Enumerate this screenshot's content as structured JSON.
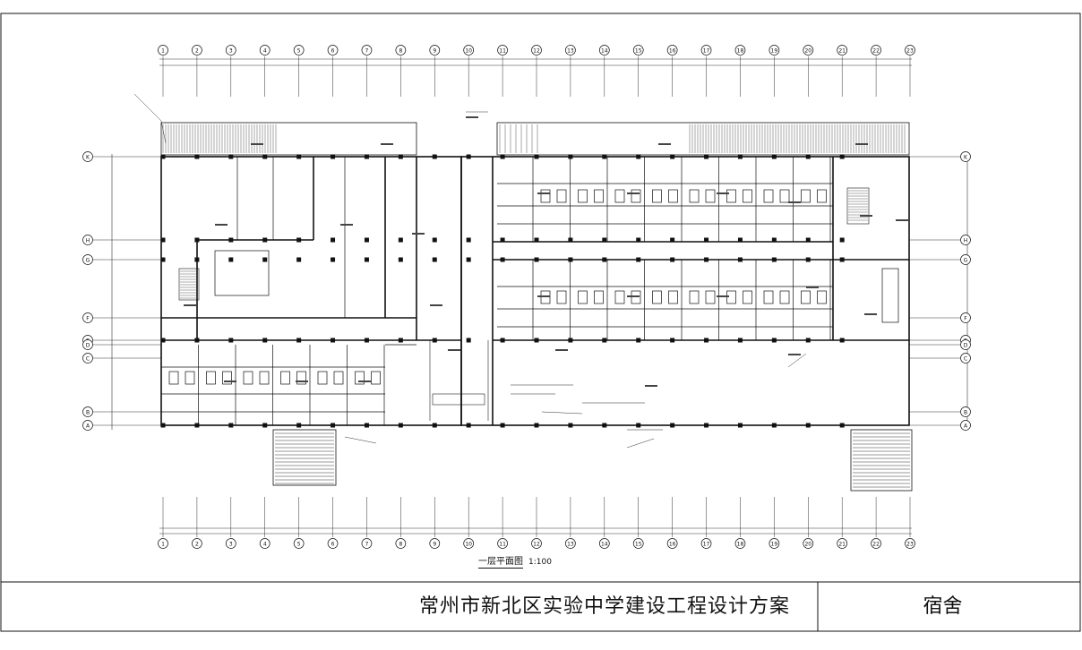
{
  "titleblock": {
    "project": "常州市新北区实验中学建设工程设计方案",
    "building": "宿舍"
  },
  "drawing": {
    "name": "一层平面图",
    "scale": "1:100"
  },
  "axes": {
    "vertical_labels": [
      "1",
      "2",
      "3",
      "4",
      "5",
      "6",
      "7",
      "8",
      "9",
      "10",
      "11",
      "12",
      "13",
      "14",
      "15",
      "16",
      "17",
      "18",
      "19",
      "20",
      "21",
      "22",
      "23"
    ],
    "horizontal_labels": [
      "K",
      "H",
      "G",
      "F",
      "E",
      "D",
      "C",
      "B",
      "A"
    ]
  },
  "colors": {
    "line": "#111111",
    "paper": "#ffffff",
    "hatch": "#444444"
  }
}
